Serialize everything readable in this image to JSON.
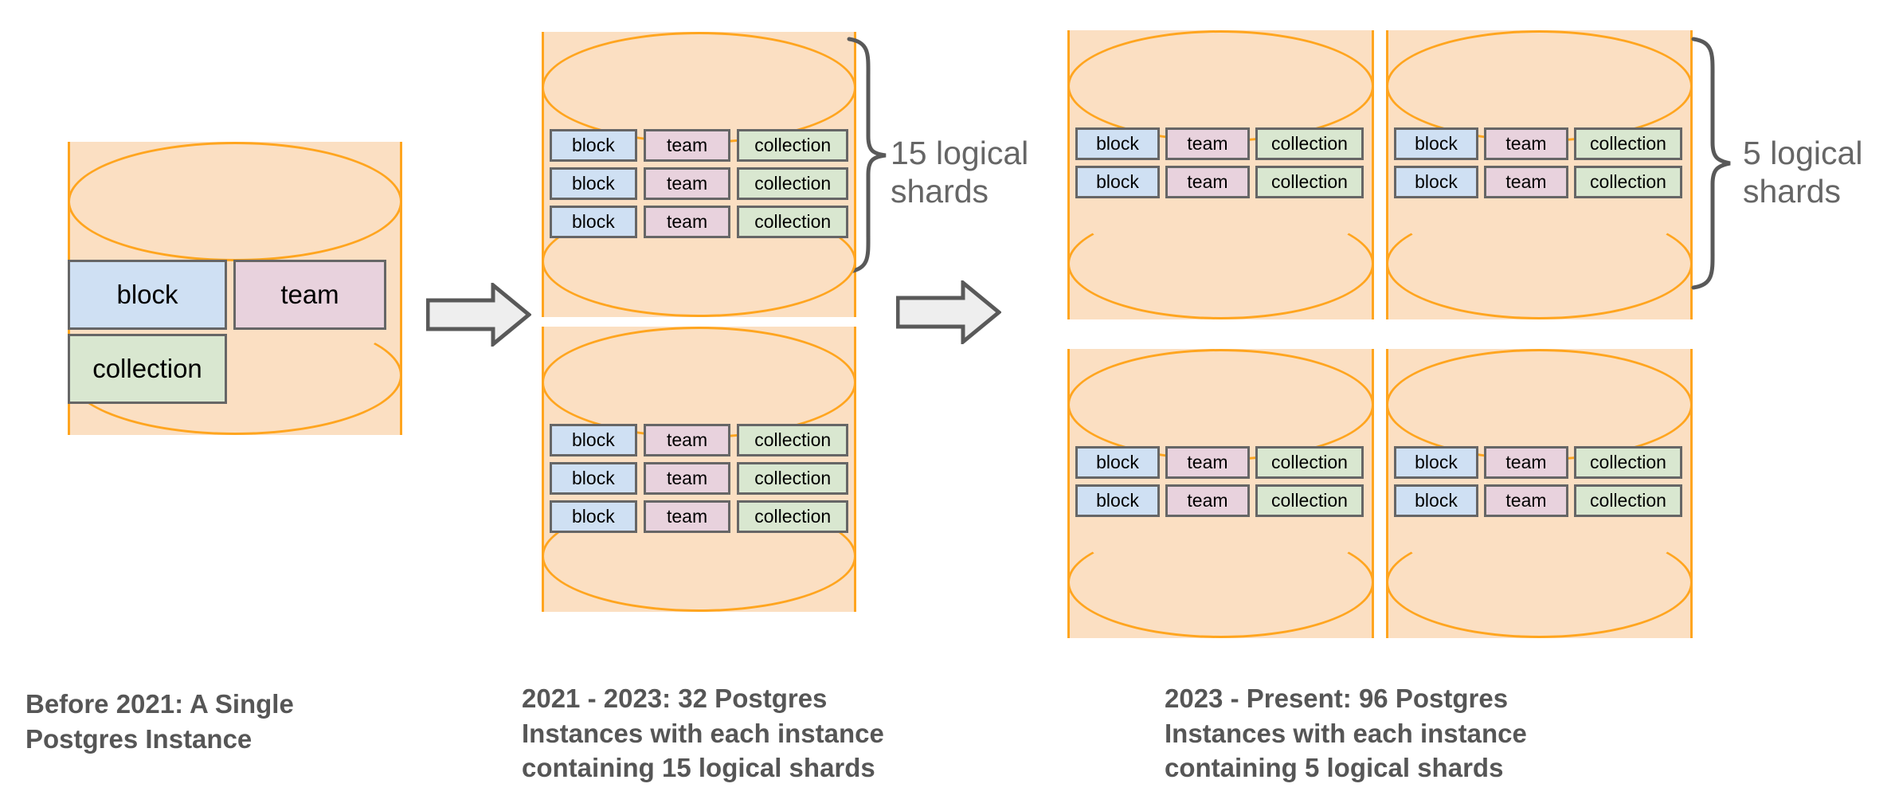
{
  "diagram": {
    "title_text_absent": true,
    "colors": {
      "cylinder_fill": "#fbdfc2",
      "cylinder_stroke": "#ffa51f",
      "block": "#cfe0f3",
      "team": "#e8d2dd",
      "collection": "#d9e7d0",
      "box_border": "#666666",
      "arrow_fill": "#eeeeee",
      "arrow_stroke": "#595959",
      "bracket_stroke": "#595959",
      "caption_text": "#565656",
      "label_text": "#666666"
    },
    "labels": {
      "block": "block",
      "team": "team",
      "collection": "collection"
    },
    "columns": [
      {
        "id": "before-2021",
        "caption": "Before 2021: A Single\nPostgres Instance",
        "instance_count": 1,
        "cylinders": [
          {
            "id": "single-instance",
            "rows": [
              [
                "block",
                "team"
              ],
              [
                "collection"
              ]
            ]
          }
        ]
      },
      {
        "id": "2021-2023",
        "caption": "2021 - 2023: 32 Postgres\nInstances with each instance\ncontaining 15 logical shards",
        "instance_count": 32,
        "shards_per_instance": 15,
        "shard_label": "15 logical\nshards",
        "cylinders": [
          {
            "id": "c2-a",
            "rows": [
              [
                "block",
                "team",
                "collection"
              ],
              [
                "block",
                "team",
                "collection"
              ],
              [
                "block",
                "team",
                "collection"
              ]
            ]
          },
          {
            "id": "c2-b",
            "rows": [
              [
                "block",
                "team",
                "collection"
              ],
              [
                "block",
                "team",
                "collection"
              ],
              [
                "block",
                "team",
                "collection"
              ]
            ]
          }
        ]
      },
      {
        "id": "2023-present",
        "caption": "2023 - Present: 96 Postgres\nInstances with each instance\ncontaining 5 logical shards",
        "instance_count": 96,
        "shards_per_instance": 5,
        "shard_label": "5 logical\nshards",
        "cylinders": [
          {
            "id": "c3-a",
            "rows": [
              [
                "block",
                "team",
                "collection"
              ],
              [
                "block",
                "team",
                "collection"
              ]
            ]
          },
          {
            "id": "c3-b",
            "rows": [
              [
                "block",
                "team",
                "collection"
              ],
              [
                "block",
                "team",
                "collection"
              ]
            ]
          },
          {
            "id": "c3-c",
            "rows": [
              [
                "block",
                "team",
                "collection"
              ],
              [
                "block",
                "team",
                "collection"
              ]
            ]
          },
          {
            "id": "c3-d",
            "rows": [
              [
                "block",
                "team",
                "collection"
              ],
              [
                "block",
                "team",
                "collection"
              ]
            ]
          }
        ]
      }
    ],
    "arrows": [
      {
        "id": "arrow-1",
        "icon": "right-arrow-icon",
        "from": "before-2021",
        "to": "2021-2023"
      },
      {
        "id": "arrow-2",
        "icon": "right-arrow-icon",
        "from": "2021-2023",
        "to": "2023-present"
      }
    ],
    "brackets": [
      {
        "id": "bracket-1",
        "icon": "curly-brace-icon",
        "label": "15 logical\nshards"
      },
      {
        "id": "bracket-2",
        "icon": "curly-brace-icon",
        "label": "5 logical\nshards"
      }
    ]
  }
}
